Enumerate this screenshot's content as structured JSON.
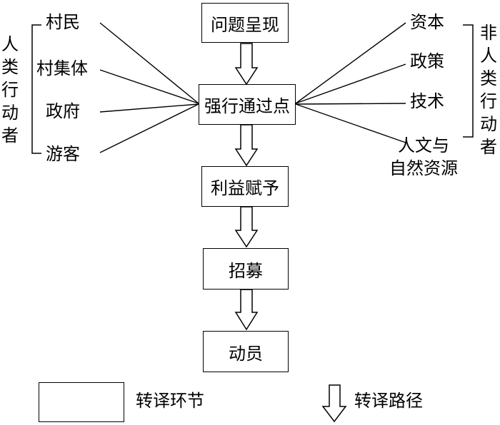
{
  "process": {
    "step1": "问题呈现",
    "step2": "强行通过点",
    "step3": "利益赋予",
    "step4": "招募",
    "step5": "动员"
  },
  "human_actors": {
    "title": "人类行动者",
    "items": [
      "村民",
      "村集体",
      "政府",
      "游客"
    ]
  },
  "nonhuman_actors": {
    "title": "非人类行动者",
    "items": [
      "资本",
      "政策",
      "技术",
      "人文与",
      "自然资源"
    ]
  },
  "legend": {
    "box_label": "转译环节",
    "arrow_label": "转译路径"
  }
}
